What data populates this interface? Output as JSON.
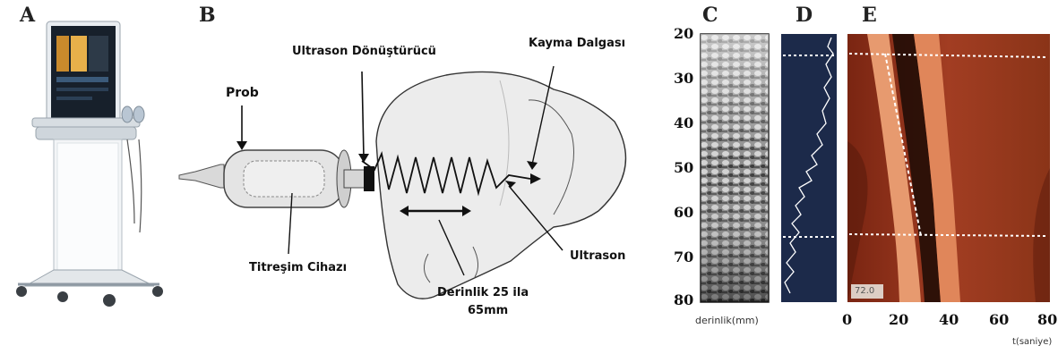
{
  "panels": {
    "a": "A",
    "b": "B",
    "c": "C",
    "d": "D",
    "e": "E"
  },
  "diagram_b": {
    "prob": "Prob",
    "ultrason_donusturucu": "Ultrason Dönüştürücü",
    "kayma_dalgasi": "Kayma Dalgası",
    "titresim_cihazi": "Titreşim Cihazı",
    "ultrason": "Ultrason",
    "derinlik_line1": "Derinlik 25 ila",
    "derinlik_line2": "65mm"
  },
  "depth_axis": {
    "ticks": [
      "20",
      "30",
      "40",
      "50",
      "60",
      "70",
      "80"
    ],
    "label": "derinlik(mm)"
  },
  "time_axis": {
    "ticks": [
      "0",
      "20",
      "40",
      "60",
      "80"
    ],
    "label": "t(saniye)"
  },
  "strain_image_stamp": "72.0"
}
